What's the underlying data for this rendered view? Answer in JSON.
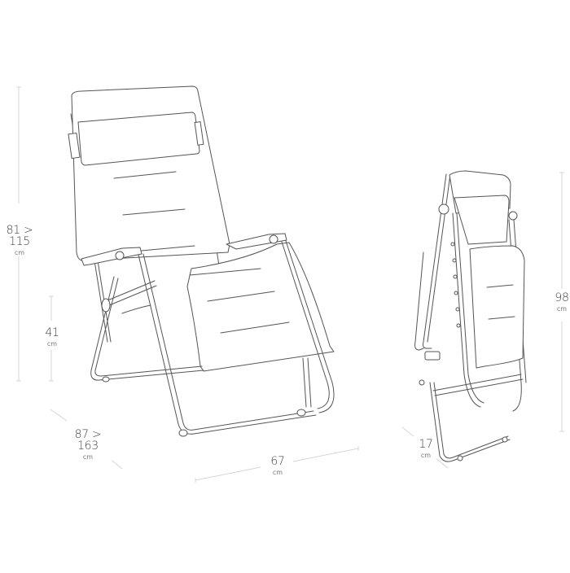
{
  "diagram": {
    "subject": "Reclining garden chair - unfolded and folded views",
    "colors": {
      "line_art": "#555555",
      "dimension_lines": "#d6d6d6",
      "text": "#444444",
      "background": "#ffffff"
    },
    "dimensions": {
      "height_reclined": {
        "value": "81 > 115",
        "unit": "cm"
      },
      "seat_height": {
        "value": "41",
        "unit": "cm"
      },
      "depth": {
        "value": "87 > 163",
        "unit": "cm"
      },
      "width": {
        "value": "67",
        "unit": "cm"
      },
      "folded_depth": {
        "value": "17",
        "unit": "cm"
      },
      "folded_height": {
        "value": "98",
        "unit": "cm"
      }
    },
    "views": [
      {
        "name": "unfolded-chair"
      },
      {
        "name": "folded-chair"
      }
    ]
  }
}
